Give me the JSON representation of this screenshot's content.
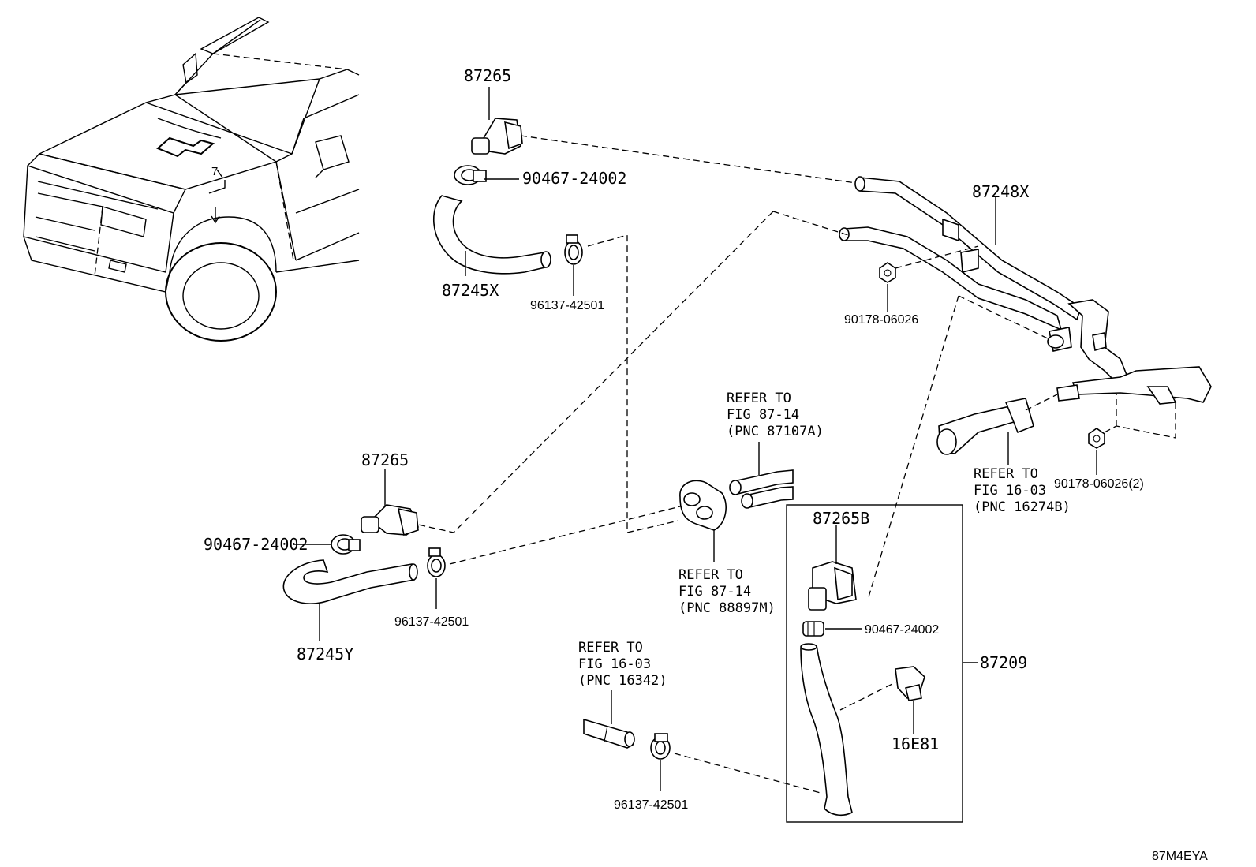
{
  "diagram": {
    "watermark_code": "87M4EYA",
    "labels": {
      "p87265_top": "87265",
      "p90467_top": "90467-24002",
      "p87245X": "87245X",
      "p96137_top": "96137-42501",
      "p87248X": "87248X",
      "p90178_a": "90178-06026",
      "p90178_b": "90178-06026(2)",
      "p87265_mid": "87265",
      "p90467_mid": "90467-24002",
      "p87245Y": "87245Y",
      "p96137_mid": "96137-42501",
      "p96137_bot": "96137-42501",
      "p87265B": "87265B",
      "p90467_box": "90467-24002",
      "p87209": "87209",
      "p16E81": "16E81"
    },
    "refers": {
      "r1": [
        "REFER TO",
        "FIG 87-14",
        "(PNC 87107A)"
      ],
      "r2": [
        "REFER TO",
        "FIG 87-14",
        "(PNC 88897M)"
      ],
      "r3": [
        "REFER TO",
        "FIG 16-03",
        "(PNC 16274B)"
      ],
      "r4": [
        "REFER TO",
        "FIG 16-03",
        "(PNC 16342)"
      ]
    }
  }
}
